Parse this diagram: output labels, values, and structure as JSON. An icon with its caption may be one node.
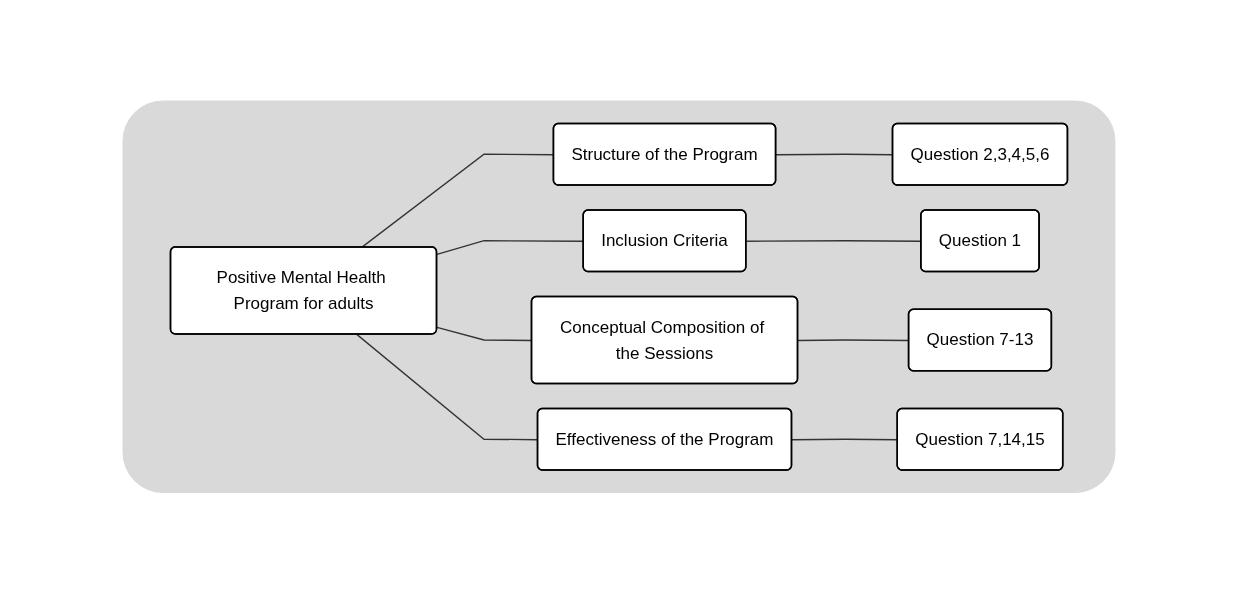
{
  "diagram": {
    "nodes": [
      {
        "text": [],
        "shape": "box"
      },
      {
        "text": [
          "Positive Mental Health Program for adults"
        ],
        "in": 0
      },
      {
        "text": [
          "Structure of the Program"
        ],
        "in": 0
      },
      {
        "text": [
          "Inclusion Criteria"
        ],
        "in": 0
      },
      {
        "text": [
          "Conceptual Composition of the Sessions"
        ],
        "in": 0
      },
      {
        "text": [
          "Effectiveness of the Program"
        ],
        "in": 0
      },
      {
        "text": [
          "Question 2,3,4,5,6"
        ],
        "in": 0
      },
      {
        "text": [
          "Question 1"
        ],
        "in": 0
      },
      {
        "text": [
          "Question 7-13"
        ],
        "in": 0
      },
      {
        "text": [
          "Question 7,14,15"
        ],
        "in": 0
      }
    ],
    "edges": [
      {
        "from": 1,
        "to": 2,
        "arrow": "none"
      },
      {
        "from": 1,
        "to": 3,
        "arrow": "none"
      },
      {
        "from": 1,
        "to": 4,
        "arrow": "none"
      },
      {
        "from": 1,
        "to": 5,
        "arrow": "none"
      },
      {
        "from": 2,
        "to": 6,
        "arrow": "none"
      },
      {
        "from": 3,
        "to": 7,
        "arrow": "none"
      },
      {
        "from": 4,
        "to": 8,
        "arrow": "none"
      },
      {
        "from": 5,
        "to": 9,
        "arrow": "none"
      }
    ]
  }
}
